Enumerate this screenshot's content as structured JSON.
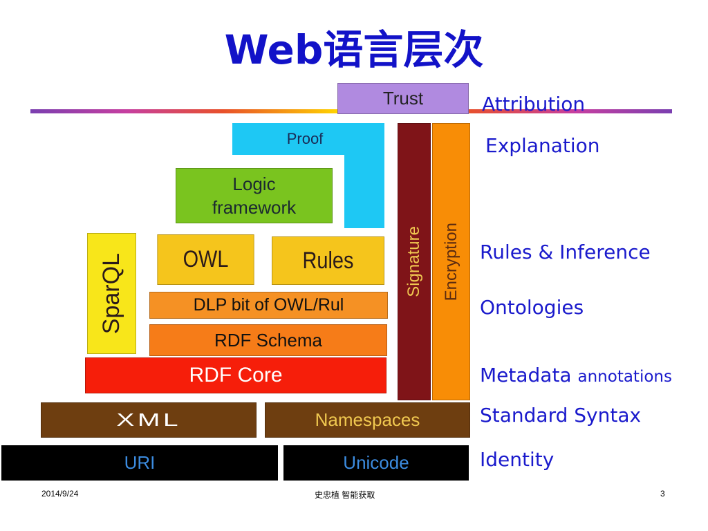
{
  "title": "Web语言层次",
  "diagram": {
    "layers": {
      "trust": "Trust",
      "proof": "Proof",
      "logic": "Logic\nframework",
      "sparql": "SparQL",
      "owl": "OWL",
      "rules": "Rules",
      "dlp": "DLP bit of OWL/Rul",
      "rdf_schema": "RDF Schema",
      "rdf_core": "RDF Core",
      "xml": "XML",
      "namespaces": "Namespaces",
      "uri": "URI",
      "unicode": "Unicode",
      "signature": "Signature",
      "encryption": "Encryption"
    },
    "colors": {
      "trust": "#b08ae0",
      "proof": "#1ec8f4",
      "logic": "#7ac41f",
      "sparql": "#f8e61a",
      "owl": "#f5c51c",
      "rules": "#f5c51c",
      "dlp": "#f59124",
      "rdf_schema": "#f67c18",
      "rdf_core": "#f61e0a",
      "xml": "#6e3e10",
      "namespaces": "#6e3e10",
      "uri": "#000000",
      "unicode": "#000000",
      "signature": "#7f1418",
      "encryption": "#f88d06"
    }
  },
  "right_labels": {
    "attribution": "Attribution",
    "explanation": "Explanation",
    "rules_inference": "Rules & Inference",
    "ontologies": "Ontologies",
    "metadata": "Metadata",
    "annotations": "annotations",
    "standard_syntax": "Standard Syntax",
    "identity": "Identity"
  },
  "footer": {
    "date": "2014/9/24",
    "center": "史忠植  智能获取",
    "page": "3"
  }
}
